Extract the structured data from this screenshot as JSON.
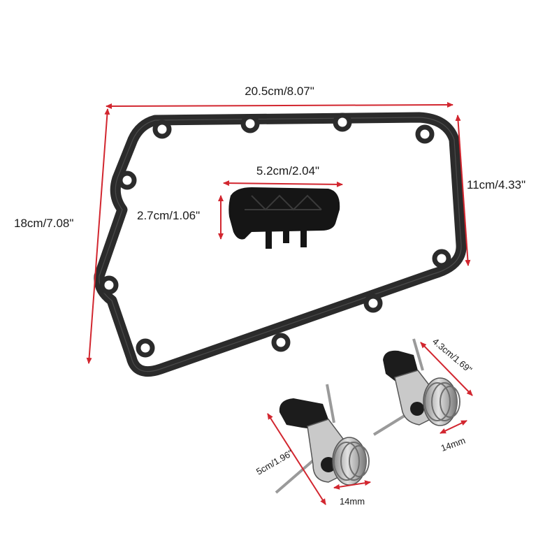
{
  "colors": {
    "background": "#ffffff",
    "dimension_line": "#d2262f",
    "gasket": "#2b2b2b",
    "gasket_hole": "#ffffff",
    "shoe": "#151515",
    "spring_metal": "#b9b9b9",
    "spring_shadow": "#6e6e6e",
    "bracket": "#1c1c1c",
    "label_text": "#1a1a1a"
  },
  "dimensions": {
    "gasket_width": "20.5cm/8.07\"",
    "gasket_height": "18cm/7.08\"",
    "gasket_side": "11cm/4.33\"",
    "shoe_length": "5.2cm/2.04\"",
    "shoe_height": "2.7cm/1.06\"",
    "tensioner_left_length": "5cm/1.96\"",
    "tensioner_left_width": "14mm",
    "tensioner_right_length": "4.3cm/1.69\"",
    "tensioner_right_width": "14mm"
  },
  "icons": {
    "gasket": "cam-cover-gasket-icon",
    "shoe": "tensioner-shoe-icon",
    "spring": "spring-tensioner-icon"
  }
}
